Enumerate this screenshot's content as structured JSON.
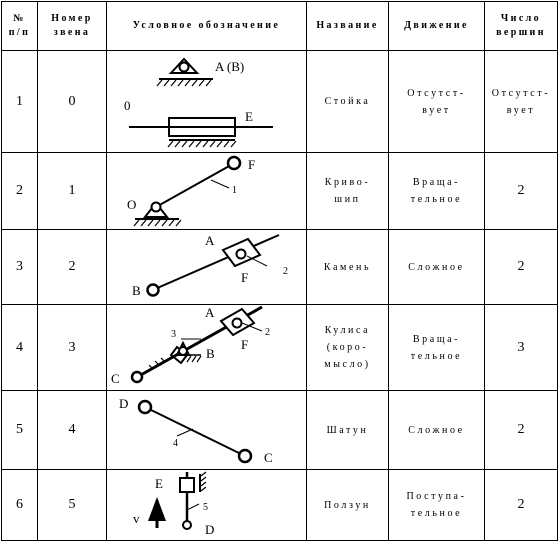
{
  "headers": {
    "index": [
      "№",
      "п/п"
    ],
    "link_number": [
      "Номер",
      "звена"
    ],
    "symbol": [
      "Условное обозначение"
    ],
    "name": [
      "Название"
    ],
    "motion": [
      "Движение"
    ],
    "vertices": [
      "Число",
      "вершин"
    ]
  },
  "rows": [
    {
      "index": "1",
      "link": "0",
      "name": [
        "Стойка"
      ],
      "motion": [
        "Отсутст-",
        "вует"
      ],
      "vertices": [
        "Отсутст-",
        "вует"
      ],
      "labels": {
        "ab": "A (B)",
        "zero": "0",
        "e": "E"
      }
    },
    {
      "index": "2",
      "link": "1",
      "name": [
        "Криво-",
        "шип"
      ],
      "motion": [
        "Враща-",
        "тельное"
      ],
      "vertices": [
        "2"
      ],
      "labels": {
        "f": "F",
        "one": "1",
        "o": "O"
      }
    },
    {
      "index": "3",
      "link": "2",
      "name": [
        "Камень"
      ],
      "motion": [
        "Сложное"
      ],
      "vertices": [
        "2"
      ],
      "labels": {
        "a": "A",
        "two": "2",
        "f": "F",
        "b": "B"
      }
    },
    {
      "index": "4",
      "link": "3",
      "name": [
        "Кулиса",
        "(коро-",
        "мысло)"
      ],
      "motion": [
        "Враща-",
        "тельное"
      ],
      "vertices": [
        "3"
      ],
      "labels": {
        "a": "A",
        "three": "3",
        "two": "2",
        "f": "F",
        "b": "B",
        "c": "C"
      }
    },
    {
      "index": "5",
      "link": "4",
      "name": [
        "Шатун"
      ],
      "motion": [
        "Сложное"
      ],
      "vertices": [
        "2"
      ],
      "labels": {
        "d": "D",
        "four": "4",
        "c": "C"
      }
    },
    {
      "index": "6",
      "link": "5",
      "name": [
        "Ползун"
      ],
      "motion": [
        "Поступа-",
        "тельное"
      ],
      "vertices": [
        "2"
      ],
      "labels": {
        "e": "E",
        "five": "5",
        "v": "v",
        "d": "D"
      }
    }
  ]
}
